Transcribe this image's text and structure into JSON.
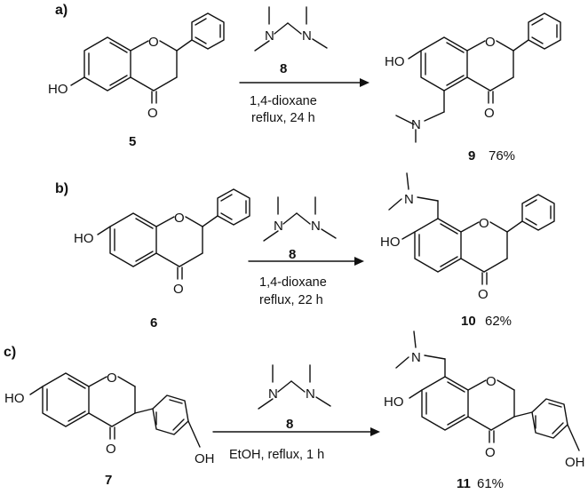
{
  "reactions": [
    {
      "part": "a)",
      "start": {
        "label": "5",
        "groups": {
          "oh": "HO",
          "ring_o": "O",
          "keto": "O"
        }
      },
      "reagent": {
        "label": "8",
        "n1": "N",
        "n2": "N"
      },
      "conditions": [
        "1,4-dioxane",
        "reflux, 24 h"
      ],
      "product": {
        "label": "9",
        "yield": "76%",
        "groups": {
          "oh": "HO",
          "ring_o": "O",
          "keto": "O",
          "amine": "N"
        }
      }
    },
    {
      "part": "b)",
      "start": {
        "label": "6",
        "groups": {
          "oh": "HO",
          "ring_o": "O",
          "keto": "O"
        }
      },
      "reagent": {
        "label": "8",
        "n1": "N",
        "n2": "N"
      },
      "conditions": [
        "1,4-dioxane",
        "reflux, 22 h"
      ],
      "product": {
        "label": "10",
        "yield": "62%",
        "groups": {
          "oh": "HO",
          "ring_o": "O",
          "keto": "O",
          "amine": "N"
        }
      }
    },
    {
      "part": "c)",
      "start": {
        "label": "7",
        "groups": {
          "oh": "HO",
          "ring_o": "O",
          "keto": "O",
          "phenol_oh": "OH"
        }
      },
      "reagent": {
        "label": "8",
        "n1": "N",
        "n2": "N"
      },
      "conditions": [
        "EtOH, reflux, 1 h"
      ],
      "product": {
        "label": "11",
        "yield": "61%",
        "groups": {
          "oh": "HO",
          "ring_o": "O",
          "keto": "O",
          "amine": "N",
          "phenol_oh": "OH"
        }
      }
    }
  ]
}
